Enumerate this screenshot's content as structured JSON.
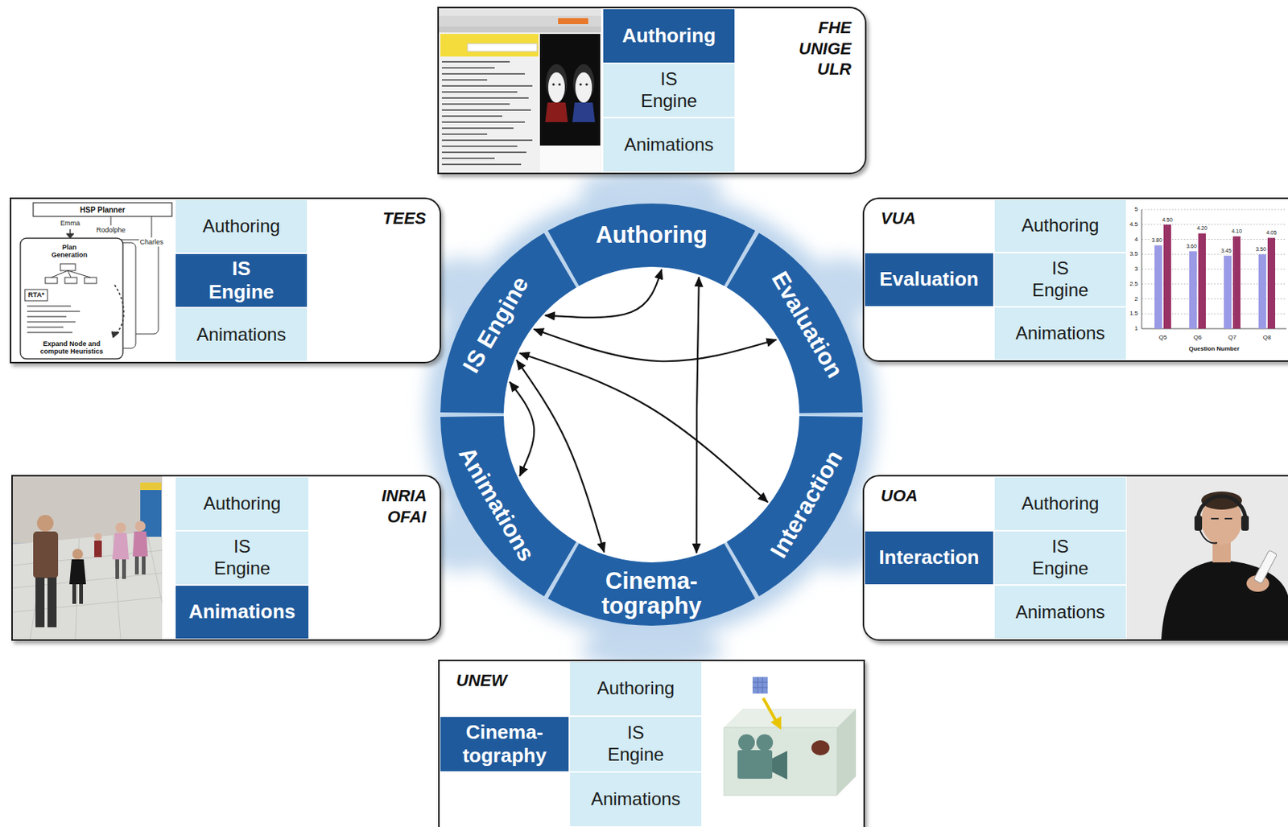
{
  "diagram": {
    "nodes": [
      {
        "text": [
          "FHE UNIGE ULR"
        ]
      },
      {
        "text": [
          "Authoring"
        ],
        "in": 0
      },
      {
        "text": [
          "IS Engine"
        ],
        "in": 0
      },
      {
        "text": [
          "Animations"
        ],
        "in": 0
      },
      {
        "text": [
          "TEES"
        ]
      },
      {
        "text": [
          "Authoring"
        ],
        "in": 4
      },
      {
        "text": [
          "IS Engine"
        ],
        "in": 4
      },
      {
        "text": [
          "Animations"
        ],
        "in": 4
      },
      {
        "text": [
          "VUA"
        ]
      },
      {
        "text": [
          "Evaluation"
        ],
        "in": 8
      },
      {
        "text": [
          "Authoring"
        ],
        "in": 8
      },
      {
        "text": [
          "IS Engine"
        ],
        "in": 8
      },
      {
        "text": [
          "Animations"
        ],
        "in": 8
      },
      {
        "text": [
          "Authoring"
        ]
      },
      {
        "text": [
          "IS Engine"
        ]
      },
      {
        "text": [
          "Evaluation"
        ]
      },
      {
        "text": [
          "Animations"
        ]
      },
      {
        "text": [
          "Interaction"
        ]
      },
      {
        "text": [
          "Cinema- tography"
        ]
      },
      {
        "text": [
          "INRIA OFAI"
        ]
      },
      {
        "text": [
          "Authoring"
        ],
        "in": 19
      },
      {
        "text": [
          "IS Engine"
        ],
        "in": 19
      },
      {
        "text": [
          "Animations"
        ],
        "in": 19
      },
      {
        "text": [
          "UOA"
        ]
      },
      {
        "text": [
          "Interaction"
        ],
        "in": 23
      },
      {
        "text": [
          "Authoring"
        ],
        "in": 23
      },
      {
        "text": [
          "IS Engine"
        ],
        "in": 23
      },
      {
        "text": [
          "Animations"
        ],
        "in": 23
      },
      {
        "text": [
          "UNEW"
        ]
      },
      {
        "text": [
          "Cinema- tography"
        ],
        "in": 28
      },
      {
        "text": [
          "Authoring"
        ],
        "in": 28
      },
      {
        "text": [
          "IS Engine"
        ],
        "in": 28
      },
      {
        "text": [
          "Animations"
        ],
        "in": 28
      }
    ],
    "edges": [
      {
        "from": 14,
        "to": 13,
        "arrow": "both"
      },
      {
        "from": 14,
        "to": 15,
        "arrow": "both"
      },
      {
        "from": 14,
        "to": 17,
        "arrow": "both"
      },
      {
        "from": 14,
        "to": 16,
        "arrow": "both"
      },
      {
        "from": 14,
        "to": 18,
        "arrow": "both"
      },
      {
        "from": 13,
        "to": 18,
        "arrow": "both"
      }
    ],
    "labels": [
      "HSP Planner",
      "Emma",
      "Rodolphe",
      "Charles",
      "Plan Generation",
      "RTA*",
      "Expand Node and compute Heuristics",
      "1",
      "1.5",
      "2",
      "2.5",
      "3",
      "3.5",
      "4",
      "4.5",
      "5",
      "3.80",
      "4.50",
      "3.60",
      "4.20",
      "3.45",
      "4.10",
      "3.50",
      "4.05",
      "Q5",
      "Q6",
      "Q7",
      "Q8",
      "Question Number"
    ]
  }
}
